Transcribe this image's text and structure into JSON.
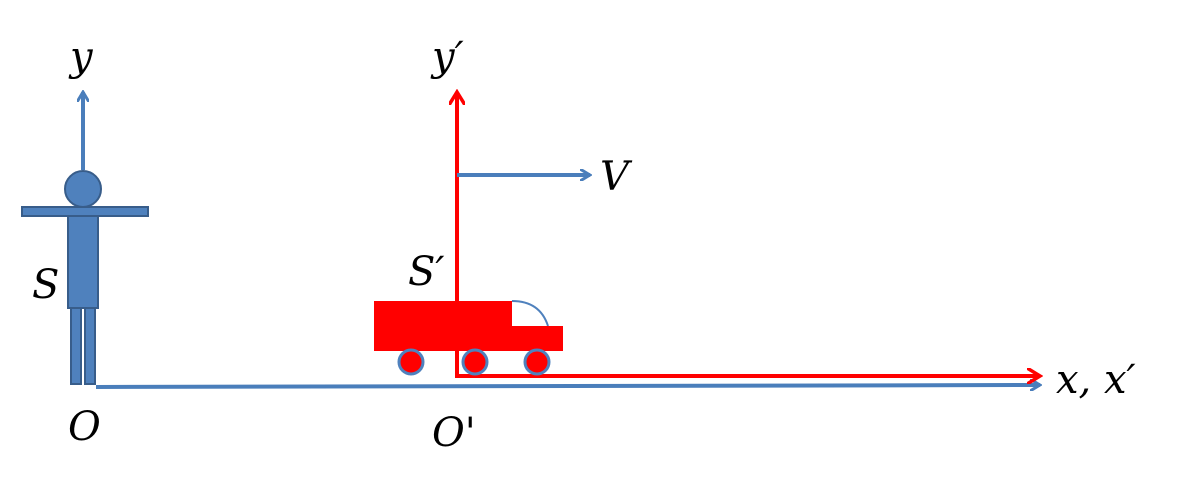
{
  "diagram": {
    "labels": {
      "y": "y",
      "y_prime": "y′",
      "v": "V",
      "s": "S",
      "s_prime": "S′",
      "x_axis": "x, x′",
      "origin": "O",
      "origin_prime": "O'"
    }
  },
  "colors": {
    "frame_s": "#4a7ebb",
    "frame_s_prime": "#ff0000",
    "person_fill": "#4f81bd",
    "person_stroke": "#385d8a",
    "truck_fill": "#ff0000",
    "wheel_stroke": "#4f81bd"
  }
}
